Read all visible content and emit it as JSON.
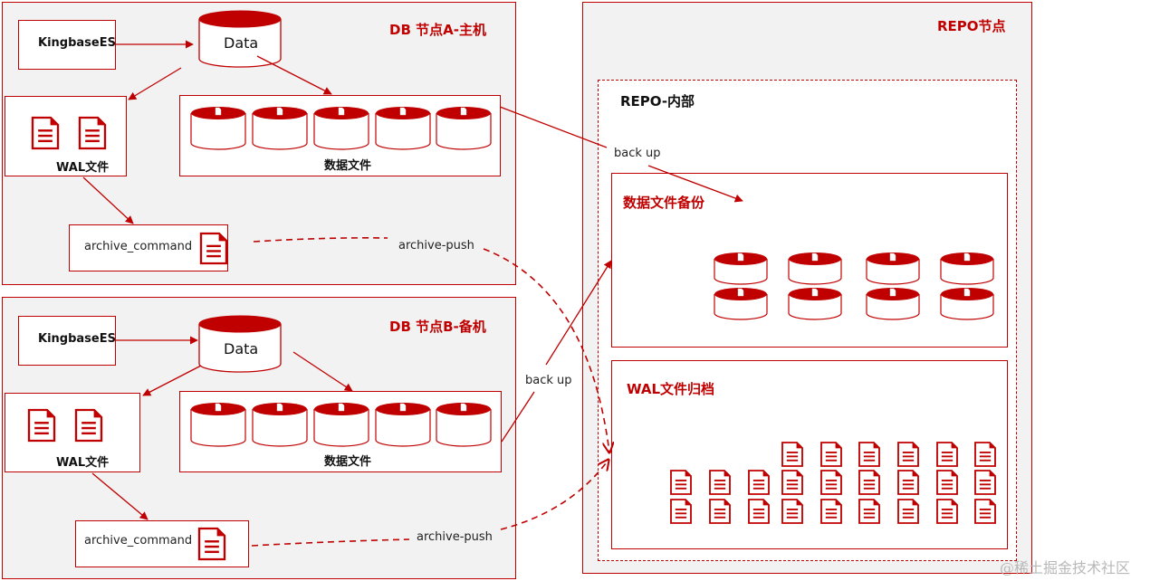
{
  "colors": {
    "accent": "#c00000",
    "node_bg": "#f2f2f2",
    "box_bg": "#ffffff"
  },
  "node_a": {
    "title": "DB 节点A-主机",
    "app_label": "KingbaseES",
    "data_label": "Data",
    "wal_label": "WAL文件",
    "datafiles_label": "数据文件",
    "archive_label": "archive_command"
  },
  "node_b": {
    "title": "DB 节点B-备机",
    "app_label": "KingbaseES",
    "data_label": "Data",
    "wal_label": "WAL文件",
    "datafiles_label": "数据文件",
    "archive_label": "archive_command"
  },
  "repo": {
    "title": "REPO节点",
    "inner_title": "REPO-内部",
    "backup_section_title": "数据文件备份",
    "wal_section_title": "WAL文件归档"
  },
  "edges": {
    "backup_a": "back up",
    "backup_b": "back up",
    "push_a": "archive-push",
    "push_b": "archive-push"
  },
  "icons": {
    "database": "database-cylinder-icon",
    "file": "document-icon"
  },
  "watermark": "@稀土掘金技术社区"
}
